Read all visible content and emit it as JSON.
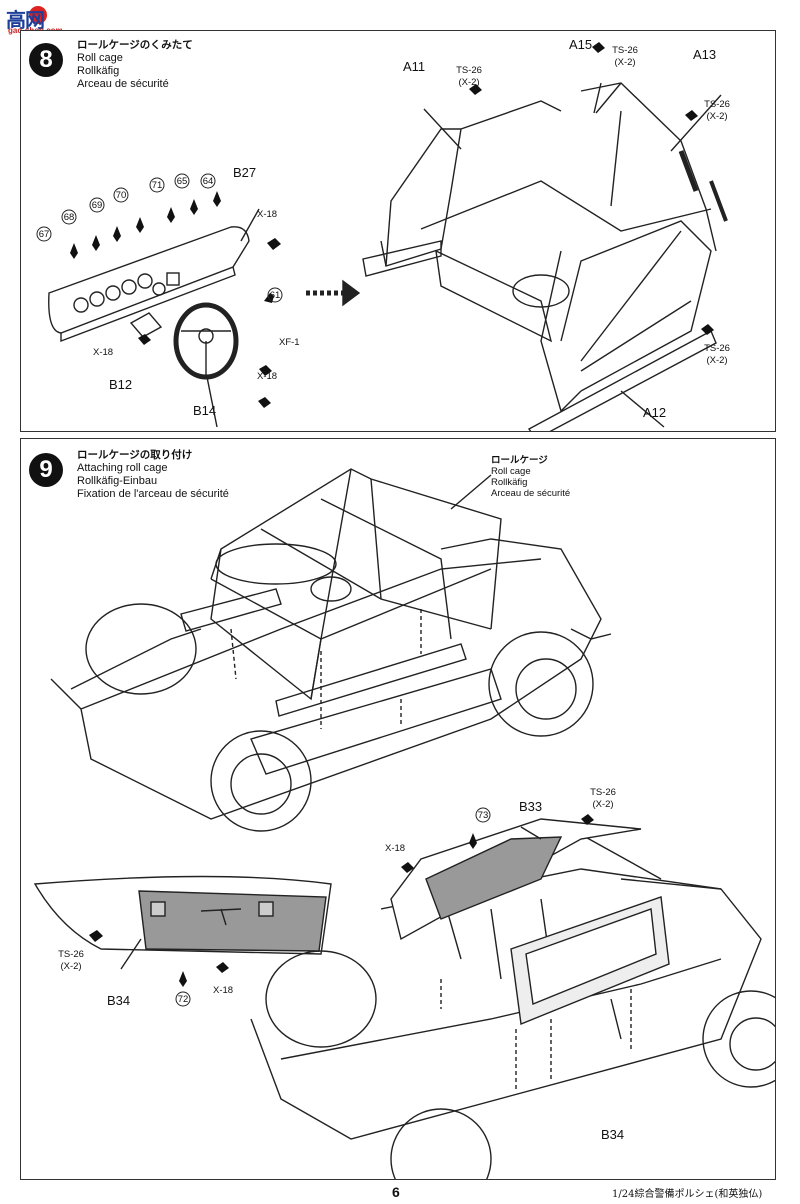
{
  "logo": {
    "glyphs": "高网",
    "url": "gao-shou.com"
  },
  "step8": {
    "number": "8",
    "title_jp": "ロールケージのくみたて",
    "title_en": "Roll cage",
    "title_de": "Rollkäfig",
    "title_fr": "Arceau de sécurité",
    "parts": {
      "p67": "67",
      "p68": "68",
      "p69": "69",
      "p70": "70",
      "p71": "71",
      "p65": "65",
      "p64": "64",
      "p61": "61",
      "b27": "B27",
      "b12": "B12",
      "b14": "B14",
      "x18a": "X-18",
      "x18b": "X-18",
      "x18c": "X-18",
      "xf1": "XF-1",
      "a11": "A11",
      "a15": "A15",
      "a13": "A13",
      "a12": "A12",
      "ts26_1": "TS-26",
      "x2_1": "(X-2)",
      "ts26_2": "TS-26",
      "x2_2": "(X-2)",
      "ts26_3": "TS-26",
      "x2_3": "(X-2)",
      "ts26_4": "TS-26",
      "x2_4": "(X-2)"
    }
  },
  "step9": {
    "number": "9",
    "title_jp": "ロールケージの取り付け",
    "title_en": "Attaching roll cage",
    "title_de": "Rollkäfig-Einbau",
    "title_fr": "Fixation de l'arceau de sécurité",
    "cage_callout": {
      "jp": "ロールケージ",
      "en": "Roll cage",
      "de": "Rollkäfig",
      "fr": "Arceau de sécurité"
    },
    "parts": {
      "p73": "73",
      "p72": "72",
      "b33": "B33",
      "b34a": "B34",
      "b34b": "B34",
      "x18a": "X-18",
      "x18b": "X-18",
      "ts26_1": "TS-26",
      "x2_1": "(X-2)",
      "ts26_2": "TS-26",
      "x2_2": "(X-2)"
    }
  },
  "page_number": "6",
  "footer": "1/24綜合警備ポルシェ(和英独仏)"
}
